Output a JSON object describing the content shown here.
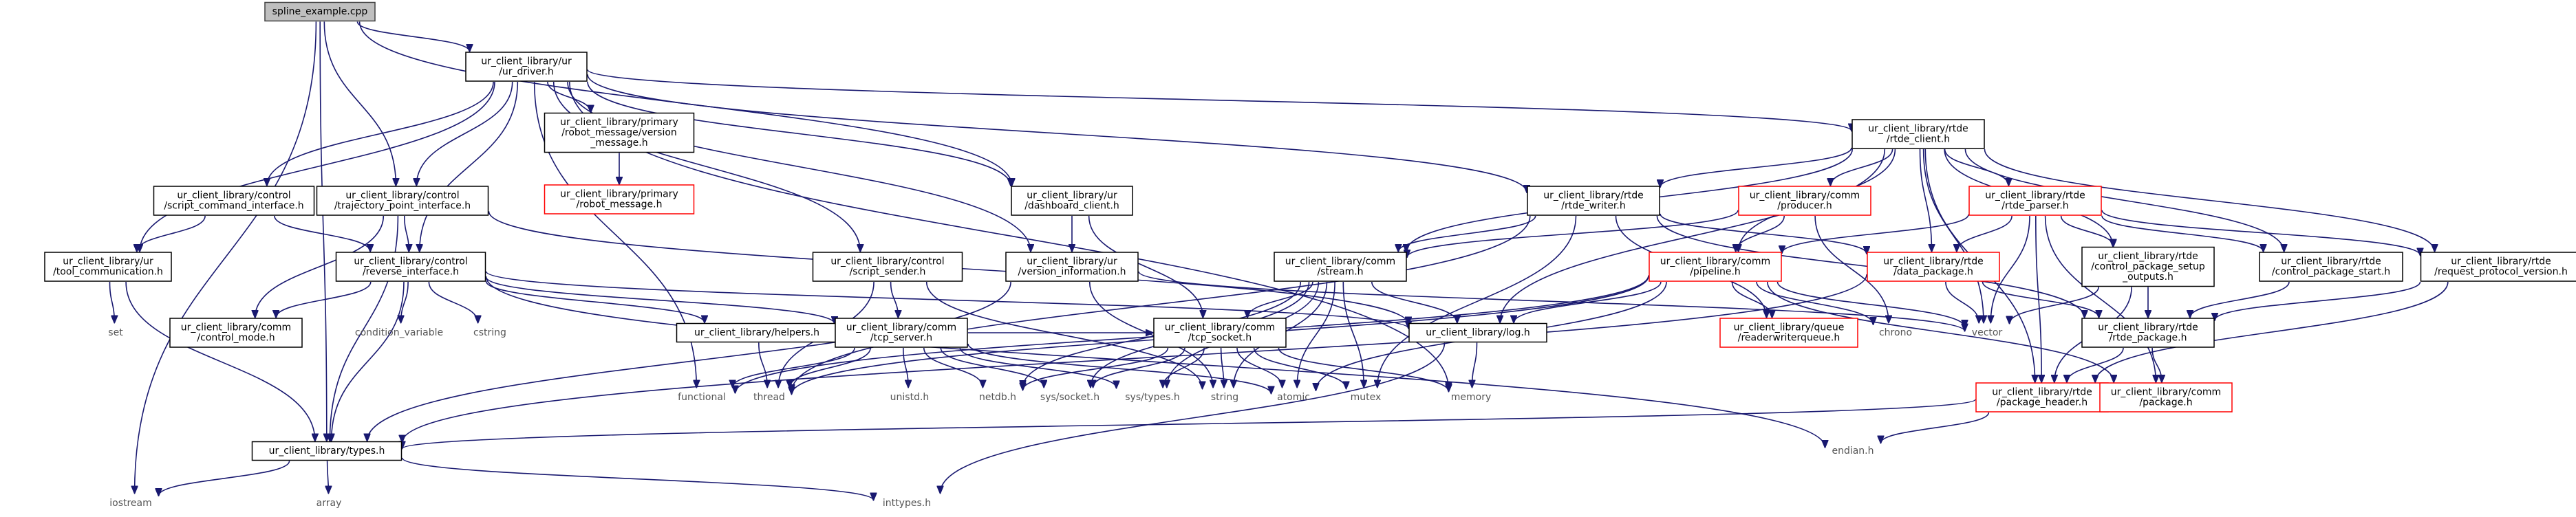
{
  "nodes": [
    {
      "id": "n0",
      "lines": [
        "spline_example.cpp"
      ],
      "style": "root"
    },
    {
      "id": "n1",
      "lines": [
        "ur_client_library/ur",
        "/ur_driver.h"
      ],
      "style": "box"
    },
    {
      "id": "n2",
      "lines": [
        "ur_client_library/control",
        "/script_command_interface.h"
      ],
      "style": "box"
    },
    {
      "id": "n3",
      "lines": [
        "ur_client_library/control",
        "/trajectory_point_interface.h"
      ],
      "style": "box"
    },
    {
      "id": "n4",
      "lines": [
        "ur_client_library/primary",
        "/robot_message/version",
        "_message.h"
      ],
      "style": "box"
    },
    {
      "id": "n5",
      "lines": [
        "ur_client_library/primary",
        "/robot_message.h"
      ],
      "style": "red"
    },
    {
      "id": "n6",
      "lines": [
        "ur_client_library/ur",
        "/dashboard_client.h"
      ],
      "style": "box"
    },
    {
      "id": "n7",
      "lines": [
        "ur_client_library/rtde",
        "/rtde_client.h"
      ],
      "style": "box"
    },
    {
      "id": "n8",
      "lines": [
        "ur_client_library/rtde",
        "/rtde_writer.h"
      ],
      "style": "box"
    },
    {
      "id": "n9",
      "lines": [
        "ur_client_library/comm",
        "/producer.h"
      ],
      "style": "red"
    },
    {
      "id": "n10",
      "lines": [
        "ur_client_library/rtde",
        "/rtde_parser.h"
      ],
      "style": "red"
    },
    {
      "id": "n11",
      "lines": [
        "ur_client_library/ur",
        "/tool_communication.h"
      ],
      "style": "box"
    },
    {
      "id": "n12",
      "lines": [
        "ur_client_library/control",
        "/reverse_interface.h"
      ],
      "style": "box"
    },
    {
      "id": "n13",
      "lines": [
        "ur_client_library/control",
        "/script_sender.h"
      ],
      "style": "box"
    },
    {
      "id": "n14",
      "lines": [
        "ur_client_library/ur",
        "/version_information.h"
      ],
      "style": "box"
    },
    {
      "id": "n15",
      "lines": [
        "ur_client_library/comm",
        "/stream.h"
      ],
      "style": "box"
    },
    {
      "id": "n16",
      "lines": [
        "ur_client_library/comm",
        "/pipeline.h"
      ],
      "style": "red"
    },
    {
      "id": "n17",
      "lines": [
        "ur_client_library/rtde",
        "/data_package.h"
      ],
      "style": "red"
    },
    {
      "id": "n18",
      "lines": [
        "ur_client_library/rtde",
        "/control_package_setup",
        "_outputs.h"
      ],
      "style": "box"
    },
    {
      "id": "n19",
      "lines": [
        "ur_client_library/rtde",
        "/control_package_start.h"
      ],
      "style": "box"
    },
    {
      "id": "n20",
      "lines": [
        "ur_client_library/rtde",
        "/request_protocol_version.h"
      ],
      "style": "box"
    },
    {
      "id": "n21",
      "lines": [
        "set"
      ],
      "style": "plain"
    },
    {
      "id": "n22",
      "lines": [
        "ur_client_library/comm",
        "/control_mode.h"
      ],
      "style": "box"
    },
    {
      "id": "n23",
      "lines": [
        "condition_variable"
      ],
      "style": "plain"
    },
    {
      "id": "n24",
      "lines": [
        "cstring"
      ],
      "style": "plain"
    },
    {
      "id": "n25",
      "lines": [
        "ur_client_library/helpers.h"
      ],
      "style": "box"
    },
    {
      "id": "n26",
      "lines": [
        "ur_client_library/comm",
        "/tcp_server.h"
      ],
      "style": "box"
    },
    {
      "id": "n27",
      "lines": [
        "ur_client_library/comm",
        "/tcp_socket.h"
      ],
      "style": "box"
    },
    {
      "id": "n28",
      "lines": [
        "ur_client_library/log.h"
      ],
      "style": "box"
    },
    {
      "id": "n29",
      "lines": [
        "ur_client_library/queue",
        "/readerwriterqueue.h"
      ],
      "style": "red"
    },
    {
      "id": "n30",
      "lines": [
        "chrono"
      ],
      "style": "plain"
    },
    {
      "id": "n31",
      "lines": [
        "vector"
      ],
      "style": "plain"
    },
    {
      "id": "n32",
      "lines": [
        "ur_client_library/rtde",
        "/rtde_package.h"
      ],
      "style": "box"
    },
    {
      "id": "n33",
      "lines": [
        "functional"
      ],
      "style": "plain"
    },
    {
      "id": "n34",
      "lines": [
        "thread"
      ],
      "style": "plain"
    },
    {
      "id": "n35",
      "lines": [
        "unistd.h"
      ],
      "style": "plain"
    },
    {
      "id": "n36",
      "lines": [
        "netdb.h"
      ],
      "style": "plain"
    },
    {
      "id": "n37",
      "lines": [
        "sys/socket.h"
      ],
      "style": "plain"
    },
    {
      "id": "n38",
      "lines": [
        "sys/types.h"
      ],
      "style": "plain"
    },
    {
      "id": "n39",
      "lines": [
        "string"
      ],
      "style": "plain"
    },
    {
      "id": "n40",
      "lines": [
        "atomic"
      ],
      "style": "plain"
    },
    {
      "id": "n41",
      "lines": [
        "mutex"
      ],
      "style": "plain"
    },
    {
      "id": "n42",
      "lines": [
        "memory"
      ],
      "style": "plain"
    },
    {
      "id": "n43",
      "lines": [
        "ur_client_library/rtde",
        "/package_header.h"
      ],
      "style": "red"
    },
    {
      "id": "n44",
      "lines": [
        "ur_client_library/comm",
        "/package.h"
      ],
      "style": "red"
    },
    {
      "id": "n45",
      "lines": [
        "ur_client_library/types.h"
      ],
      "style": "box"
    },
    {
      "id": "n46",
      "lines": [
        "endian.h"
      ],
      "style": "plain"
    },
    {
      "id": "n47",
      "lines": [
        "iostream"
      ],
      "style": "plain"
    },
    {
      "id": "n48",
      "lines": [
        "array"
      ],
      "style": "plain"
    },
    {
      "id": "n49",
      "lines": [
        "inttypes.h"
      ],
      "style": "plain"
    }
  ],
  "edges": [
    [
      "n0",
      "n1"
    ],
    [
      "n0",
      "n3"
    ],
    [
      "n0",
      "n6"
    ],
    [
      "n0",
      "n45"
    ],
    [
      "n0",
      "n47"
    ],
    [
      "n1",
      "n2"
    ],
    [
      "n1",
      "n3"
    ],
    [
      "n1",
      "n4"
    ],
    [
      "n1",
      "n6"
    ],
    [
      "n1",
      "n7"
    ],
    [
      "n1",
      "n8"
    ],
    [
      "n1",
      "n11"
    ],
    [
      "n1",
      "n12"
    ],
    [
      "n1",
      "n13"
    ],
    [
      "n1",
      "n14"
    ],
    [
      "n1",
      "n33"
    ],
    [
      "n1",
      "n42"
    ],
    [
      "n2",
      "n11"
    ],
    [
      "n2",
      "n12"
    ],
    [
      "n3",
      "n12"
    ],
    [
      "n3",
      "n22"
    ],
    [
      "n3",
      "n28"
    ],
    [
      "n3",
      "n45"
    ],
    [
      "n4",
      "n5"
    ],
    [
      "n6",
      "n14"
    ],
    [
      "n6",
      "n27"
    ],
    [
      "n7",
      "n8"
    ],
    [
      "n7",
      "n9"
    ],
    [
      "n7",
      "n10"
    ],
    [
      "n7",
      "n15"
    ],
    [
      "n7",
      "n16"
    ],
    [
      "n7",
      "n17"
    ],
    [
      "n7",
      "n18"
    ],
    [
      "n7",
      "n19"
    ],
    [
      "n7",
      "n20"
    ],
    [
      "n7",
      "n28"
    ],
    [
      "n7",
      "n31"
    ],
    [
      "n7",
      "n43"
    ],
    [
      "n8",
      "n15"
    ],
    [
      "n8",
      "n17"
    ],
    [
      "n8",
      "n29"
    ],
    [
      "n8",
      "n32"
    ],
    [
      "n8",
      "n34"
    ],
    [
      "n8",
      "n41"
    ],
    [
      "n9",
      "n15"
    ],
    [
      "n9",
      "n16"
    ],
    [
      "n9",
      "n30"
    ],
    [
      "n10",
      "n16"
    ],
    [
      "n10",
      "n17"
    ],
    [
      "n10",
      "n18"
    ],
    [
      "n10",
      "n19"
    ],
    [
      "n10",
      "n20"
    ],
    [
      "n10",
      "n31"
    ],
    [
      "n10",
      "n43"
    ],
    [
      "n10",
      "n44"
    ],
    [
      "n11",
      "n21"
    ],
    [
      "n11",
      "n45"
    ],
    [
      "n12",
      "n22"
    ],
    [
      "n12",
      "n23"
    ],
    [
      "n12",
      "n24"
    ],
    [
      "n12",
      "n25"
    ],
    [
      "n12",
      "n26"
    ],
    [
      "n12",
      "n28"
    ],
    [
      "n12",
      "n45"
    ],
    [
      "n12",
      "n46"
    ],
    [
      "n13",
      "n26"
    ],
    [
      "n13",
      "n34"
    ],
    [
      "n13",
      "n39"
    ],
    [
      "n14",
      "n39"
    ],
    [
      "n14",
      "n45"
    ],
    [
      "n14",
      "n31"
    ],
    [
      "n15",
      "n27"
    ],
    [
      "n15",
      "n28"
    ],
    [
      "n15",
      "n36"
    ],
    [
      "n15",
      "n37"
    ],
    [
      "n15",
      "n38"
    ],
    [
      "n15",
      "n39"
    ],
    [
      "n15",
      "n40"
    ],
    [
      "n15",
      "n41"
    ],
    [
      "n16",
      "n28"
    ],
    [
      "n16",
      "n29"
    ],
    [
      "n16",
      "n30"
    ],
    [
      "n16",
      "n31"
    ],
    [
      "n16",
      "n33"
    ],
    [
      "n16",
      "n34"
    ],
    [
      "n16",
      "n40"
    ],
    [
      "n16",
      "n44"
    ],
    [
      "n17",
      "n31"
    ],
    [
      "n17",
      "n32"
    ],
    [
      "n17",
      "n45"
    ],
    [
      "n18",
      "n31"
    ],
    [
      "n18",
      "n32"
    ],
    [
      "n18",
      "n43"
    ],
    [
      "n19",
      "n32"
    ],
    [
      "n20",
      "n32"
    ],
    [
      "n20",
      "n43"
    ],
    [
      "n25",
      "n34"
    ],
    [
      "n26",
      "n27"
    ],
    [
      "n26",
      "n33"
    ],
    [
      "n26",
      "n34"
    ],
    [
      "n26",
      "n35"
    ],
    [
      "n26",
      "n36"
    ],
    [
      "n26",
      "n37"
    ],
    [
      "n26",
      "n38"
    ],
    [
      "n26",
      "n40"
    ],
    [
      "n27",
      "n36"
    ],
    [
      "n27",
      "n37"
    ],
    [
      "n27",
      "n38"
    ],
    [
      "n27",
      "n39"
    ],
    [
      "n27",
      "n40"
    ],
    [
      "n27",
      "n41"
    ],
    [
      "n27",
      "n42"
    ],
    [
      "n28",
      "n42"
    ],
    [
      "n28",
      "n49"
    ],
    [
      "n32",
      "n43"
    ],
    [
      "n32",
      "n44"
    ],
    [
      "n43",
      "n45"
    ],
    [
      "n43",
      "n46"
    ],
    [
      "n45",
      "n47"
    ],
    [
      "n45",
      "n48"
    ],
    [
      "n45",
      "n49"
    ]
  ]
}
